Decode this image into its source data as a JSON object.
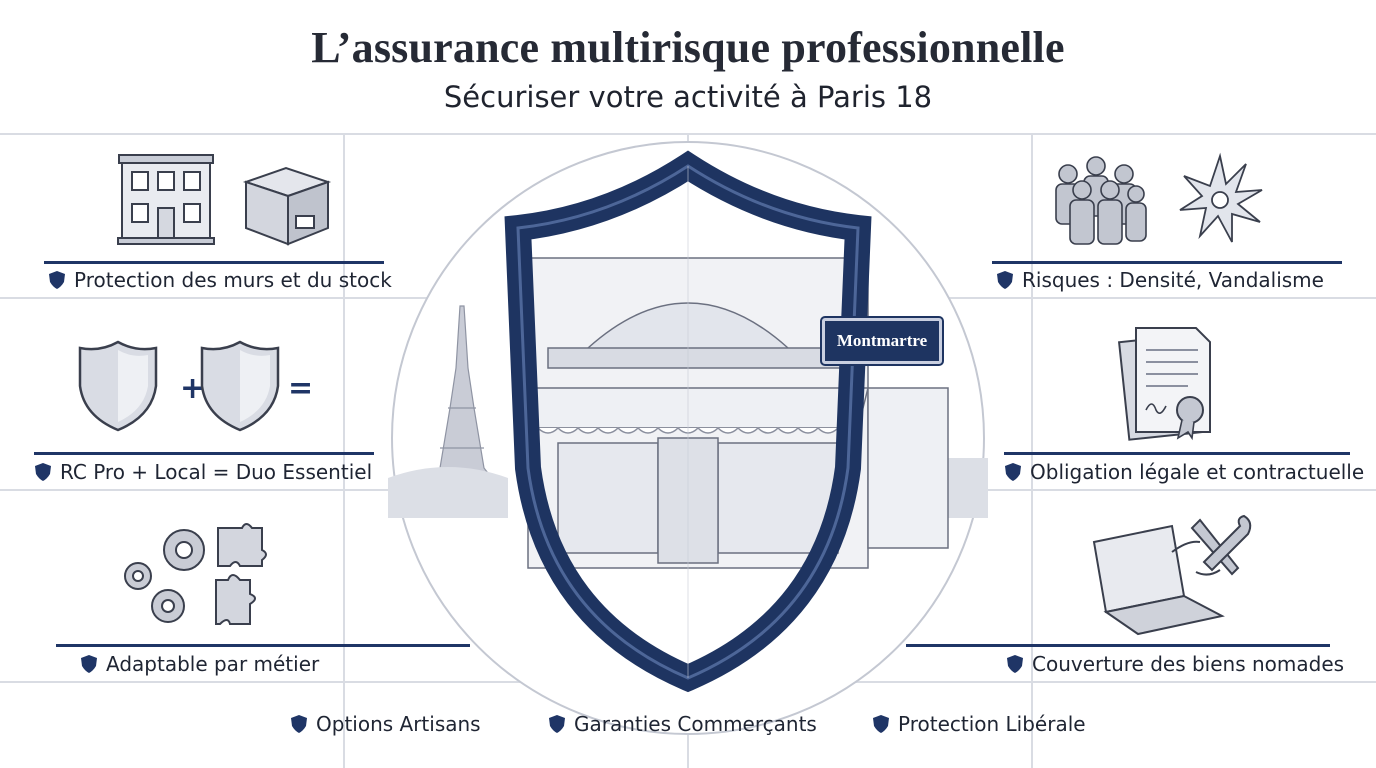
{
  "header": {
    "title": "L’assurance multirisque professionnelle",
    "subtitle": "Sécuriser votre activité à Paris 18"
  },
  "left_features": [
    {
      "label": "Protection des murs et du stock",
      "icons": [
        "building-icon",
        "box-icon"
      ]
    },
    {
      "label": "RC Pro + Local = Duo Essentiel",
      "icons": [
        "shield-icon",
        "plus-icon",
        "shield-icon",
        "equals-icon"
      ]
    },
    {
      "label": "Adaptable par métier",
      "icons": [
        "gears-icon",
        "puzzle-icon"
      ]
    }
  ],
  "right_features": [
    {
      "label": "Risques : Densité, Vandalisme",
      "icons": [
        "crowd-icon",
        "shatter-icon"
      ]
    },
    {
      "label": "Obligation légale et contractuelle",
      "icons": [
        "certificate-icon"
      ]
    },
    {
      "label": "Couverture des biens nomades",
      "icons": [
        "laptop-icon",
        "tools-icon"
      ]
    }
  ],
  "bottom_options": [
    {
      "label": "Options Artisans"
    },
    {
      "label": "Garanties Commerçants"
    },
    {
      "label": "Protection Libérale"
    }
  ],
  "center": {
    "street_sign": "Montmartre",
    "icons": [
      "eiffel-tower-icon",
      "shield-icon",
      "shopfront-icon"
    ]
  },
  "colors": {
    "navy": "#1f3566",
    "grid": "#d5d8e0",
    "icon_gray": "#8b90a0",
    "text": "#1f2533"
  }
}
